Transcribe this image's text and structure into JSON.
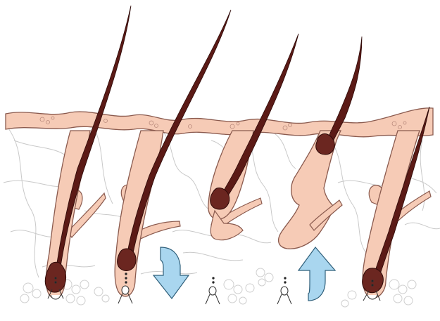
{
  "figure": {
    "stages": [
      {
        "id": "anagen-early"
      },
      {
        "id": "anagen-late"
      },
      {
        "id": "catagen"
      },
      {
        "id": "telogen"
      },
      {
        "id": "new-anagen"
      }
    ],
    "arrows": [
      {
        "id": "descending-arrow",
        "direction": "down"
      },
      {
        "id": "ascending-arrow",
        "direction": "up"
      }
    ],
    "colors": {
      "skin_fill": "#f6cbb6",
      "skin_stroke": "#8a5a4e",
      "hair": "#5b1a16",
      "bulb": "#6b2620",
      "arrow_fill": "#a9d6ef",
      "arrow_stroke": "#2f5f7a",
      "fat_cells": "#d9d9d9",
      "vessels": "#c7c7c7"
    }
  }
}
